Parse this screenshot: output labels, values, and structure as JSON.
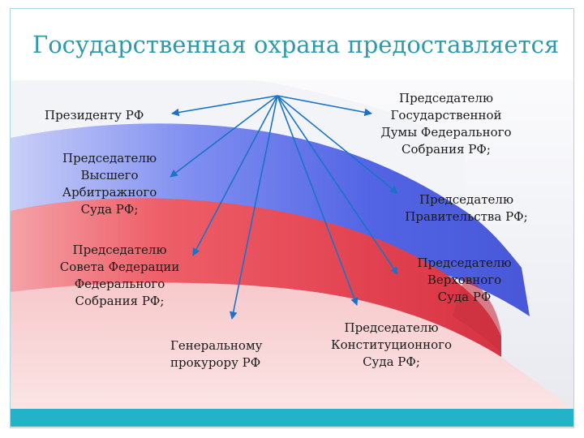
{
  "title": "Государственная охрана предоставляется",
  "recipients": [
    {
      "id": "president",
      "text": "Президенту РФ"
    },
    {
      "id": "duma_chair",
      "text": "Председателю\nГосударственной\nДумы Федерального\nСобрания РФ;"
    },
    {
      "id": "arbitration_chair",
      "text": "Председателю\nВысшего\nАрбитражного\nСуда РФ;"
    },
    {
      "id": "government_chair",
      "text": "Председателю\nПравительства РФ;"
    },
    {
      "id": "federation_council_chair",
      "text": "Председателю\nСовета Федерации\nФедерального\nСобрания РФ;"
    },
    {
      "id": "supreme_court_chair",
      "text": "Председателю\nВерховного\nСуда РФ"
    },
    {
      "id": "prosecutor_general",
      "text": "Генеральному\nпрокурору РФ"
    },
    {
      "id": "constitutional_court_chair",
      "text": "Председателю\nКонституционного\nСуда РФ;"
    }
  ],
  "colors": {
    "title": "#2f9aab",
    "arrow": "#1a73c9",
    "bar": "#22b3c9",
    "flag_blue": "#5d6fe6",
    "flag_red": "#e8505a"
  }
}
